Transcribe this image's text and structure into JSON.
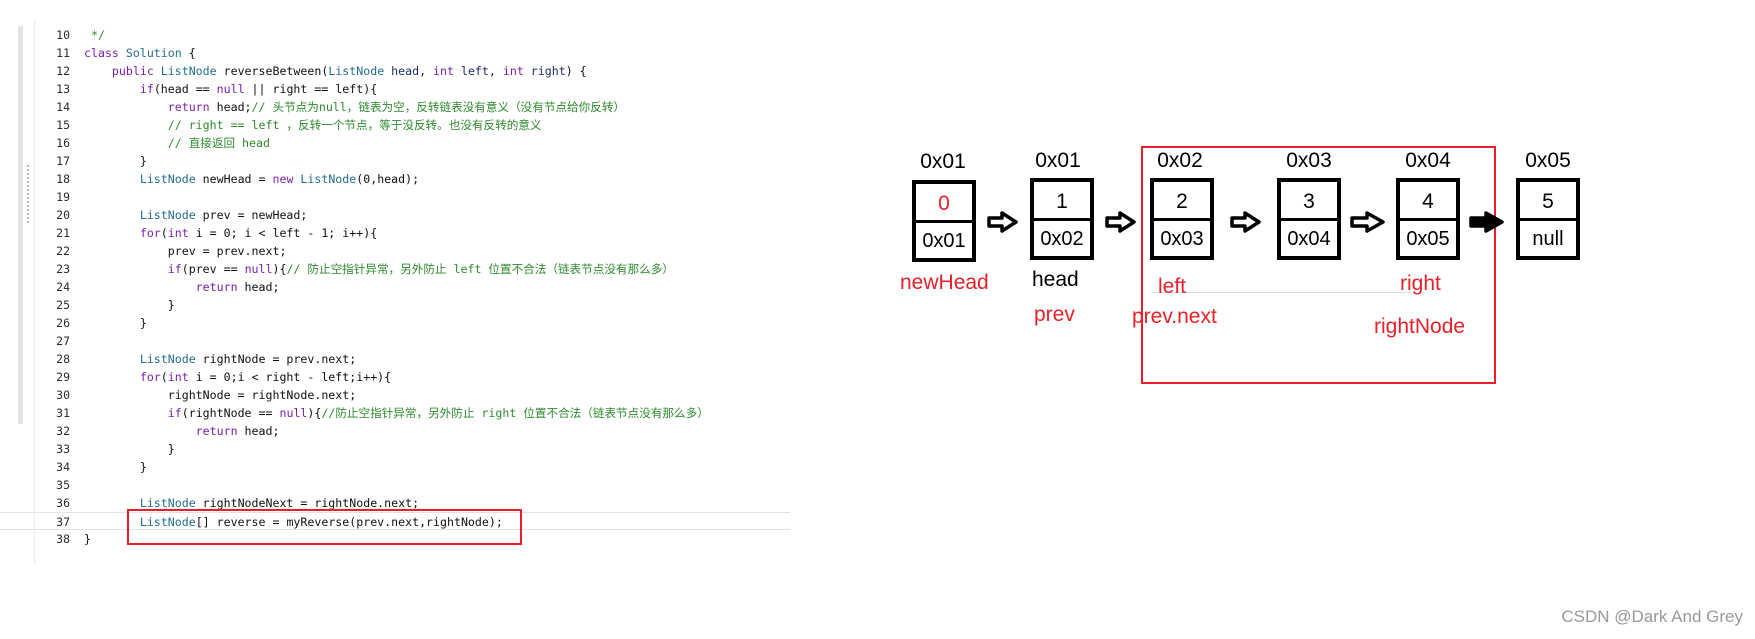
{
  "editor": {
    "lines": [
      {
        "num": "10",
        "tokens": [
          {
            "t": " */",
            "c": "cm"
          }
        ]
      },
      {
        "num": "11",
        "tokens": [
          {
            "t": "class ",
            "c": "kw"
          },
          {
            "t": "Solution",
            "c": "ty"
          },
          {
            "t": " {",
            "c": "pl"
          }
        ]
      },
      {
        "num": "12",
        "tokens": [
          {
            "t": "    public ",
            "c": "kw"
          },
          {
            "t": "ListNode ",
            "c": "ty"
          },
          {
            "t": "reverseBetween",
            "c": "pl"
          },
          {
            "t": "(",
            "c": "pl"
          },
          {
            "t": "ListNode ",
            "c": "ty"
          },
          {
            "t": "head",
            "c": "id"
          },
          {
            "t": ", ",
            "c": "pl"
          },
          {
            "t": "int ",
            "c": "kw"
          },
          {
            "t": "left",
            "c": "id"
          },
          {
            "t": ", ",
            "c": "pl"
          },
          {
            "t": "int ",
            "c": "kw"
          },
          {
            "t": "right",
            "c": "id"
          },
          {
            "t": ") {",
            "c": "pl"
          }
        ]
      },
      {
        "num": "13",
        "tokens": [
          {
            "t": "        if",
            "c": "kw"
          },
          {
            "t": "(head == ",
            "c": "pl"
          },
          {
            "t": "null",
            "c": "kw"
          },
          {
            "t": " || right == left){",
            "c": "pl"
          }
        ]
      },
      {
        "num": "14",
        "tokens": [
          {
            "t": "            return ",
            "c": "kw"
          },
          {
            "t": "head;",
            "c": "pl"
          },
          {
            "t": "// 头节点为null，链表为空，反转链表没有意义（没有节点给你反转）",
            "c": "cm"
          }
        ]
      },
      {
        "num": "15",
        "tokens": [
          {
            "t": "            // right == left ，反转一个节点，等于没反转。也没有反转的意义",
            "c": "cm"
          }
        ]
      },
      {
        "num": "16",
        "tokens": [
          {
            "t": "            // 直接返回 head",
            "c": "cm"
          }
        ]
      },
      {
        "num": "17",
        "tokens": [
          {
            "t": "        }",
            "c": "pl"
          }
        ]
      },
      {
        "num": "18",
        "tokens": [
          {
            "t": "        ListNode ",
            "c": "ty"
          },
          {
            "t": "newHead = ",
            "c": "pl"
          },
          {
            "t": "new ",
            "c": "kw"
          },
          {
            "t": "ListNode",
            "c": "ty"
          },
          {
            "t": "(0,head);",
            "c": "pl"
          }
        ]
      },
      {
        "num": "19",
        "tokens": []
      },
      {
        "num": "20",
        "tokens": [
          {
            "t": "        ListNode ",
            "c": "ty"
          },
          {
            "t": "prev = newHead;",
            "c": "pl"
          }
        ]
      },
      {
        "num": "21",
        "tokens": [
          {
            "t": "        for",
            "c": "kw"
          },
          {
            "t": "(",
            "c": "pl"
          },
          {
            "t": "int ",
            "c": "kw"
          },
          {
            "t": "i = 0; i < left - 1; i++){",
            "c": "pl"
          }
        ]
      },
      {
        "num": "22",
        "tokens": [
          {
            "t": "            prev = prev.next;",
            "c": "pl"
          }
        ]
      },
      {
        "num": "23",
        "tokens": [
          {
            "t": "            if",
            "c": "kw"
          },
          {
            "t": "(prev == ",
            "c": "pl"
          },
          {
            "t": "null",
            "c": "kw"
          },
          {
            "t": "){",
            "c": "pl"
          },
          {
            "t": "// 防止空指针异常，另外防止 left 位置不合法（链表节点没有那么多）",
            "c": "cm"
          }
        ]
      },
      {
        "num": "24",
        "tokens": [
          {
            "t": "                return ",
            "c": "kw"
          },
          {
            "t": "head;",
            "c": "pl"
          }
        ]
      },
      {
        "num": "25",
        "tokens": [
          {
            "t": "            }",
            "c": "pl"
          }
        ]
      },
      {
        "num": "26",
        "tokens": [
          {
            "t": "        }",
            "c": "pl"
          }
        ]
      },
      {
        "num": "27",
        "tokens": []
      },
      {
        "num": "28",
        "tokens": [
          {
            "t": "        ListNode ",
            "c": "ty"
          },
          {
            "t": "rightNode = prev.next;",
            "c": "pl"
          }
        ]
      },
      {
        "num": "29",
        "tokens": [
          {
            "t": "        for",
            "c": "kw"
          },
          {
            "t": "(",
            "c": "pl"
          },
          {
            "t": "int ",
            "c": "kw"
          },
          {
            "t": "i = 0;i < right - left;i++){",
            "c": "pl"
          }
        ]
      },
      {
        "num": "30",
        "tokens": [
          {
            "t": "            rightNode = rightNode.next;",
            "c": "pl"
          }
        ]
      },
      {
        "num": "31",
        "tokens": [
          {
            "t": "            if",
            "c": "kw"
          },
          {
            "t": "(rightNode == ",
            "c": "pl"
          },
          {
            "t": "null",
            "c": "kw"
          },
          {
            "t": "){",
            "c": "pl"
          },
          {
            "t": "//防止空指针异常，另外防止 right 位置不合法（链表节点没有那么多）",
            "c": "cm"
          }
        ]
      },
      {
        "num": "32",
        "tokens": [
          {
            "t": "                return ",
            "c": "kw"
          },
          {
            "t": "head;",
            "c": "pl"
          }
        ]
      },
      {
        "num": "33",
        "tokens": [
          {
            "t": "            }",
            "c": "pl"
          }
        ]
      },
      {
        "num": "34",
        "tokens": [
          {
            "t": "        }",
            "c": "pl"
          }
        ]
      },
      {
        "num": "35",
        "tokens": []
      },
      {
        "num": "36",
        "tokens": [
          {
            "t": "        ListNode ",
            "c": "ty"
          },
          {
            "t": "rightNodeNext = rightNode.next;",
            "c": "pl"
          }
        ]
      },
      {
        "num": "37",
        "tokens": [
          {
            "t": "        ListNode",
            "c": "ty"
          },
          {
            "t": "[] reverse = ",
            "c": "pl"
          },
          {
            "t": "myReverse",
            "c": "pl"
          },
          {
            "t": "(prev.next,rightNode);",
            "c": "pl"
          }
        ],
        "current": true
      },
      {
        "num": "38",
        "tokens": [
          {
            "t": "}",
            "c": "pl"
          }
        ]
      }
    ]
  },
  "diagram": {
    "nodes": [
      {
        "id": "n0",
        "addr": "0x01",
        "val": "0",
        "next": "0x01",
        "val_red": true
      },
      {
        "id": "n1",
        "addr": "0x01",
        "val": "1",
        "next": "0x02",
        "val_red": false
      },
      {
        "id": "n2",
        "addr": "0x02",
        "val": "2",
        "next": "0x03",
        "val_red": false
      },
      {
        "id": "n3",
        "addr": "0x03",
        "val": "3",
        "next": "0x04",
        "val_red": false
      },
      {
        "id": "n4",
        "addr": "0x04",
        "val": "4",
        "next": "0x05",
        "val_red": false
      },
      {
        "id": "n5",
        "addr": "0x05",
        "val": "5",
        "next": "null",
        "val_red": false
      }
    ],
    "labels": {
      "newhead": "newHead",
      "head": "head",
      "prev": "prev",
      "left": "left",
      "prev_next": "prev.next",
      "right": "right",
      "right_node": "rightNode"
    },
    "colors": {
      "highlight": "#e8202a",
      "ink": "#000000"
    }
  },
  "watermark": "CSDN @Dark And Grey"
}
